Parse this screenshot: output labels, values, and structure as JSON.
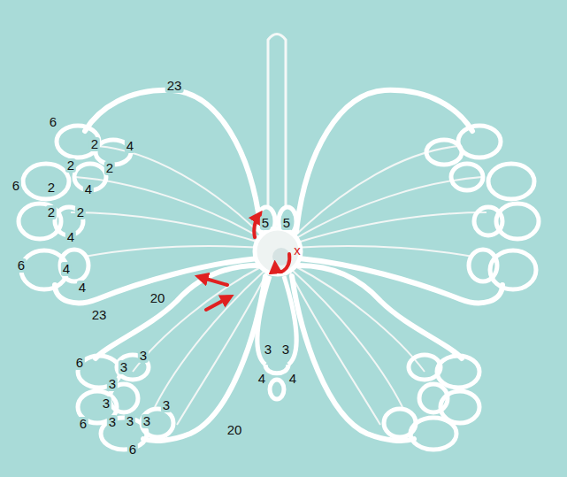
{
  "diagram": {
    "labels": [
      "23",
      "6",
      "2",
      "4",
      "2",
      "2",
      "6",
      "2",
      "4",
      "2",
      "2",
      "4",
      "5",
      "5",
      "x",
      "6",
      "4",
      "20",
      "4",
      "23",
      "6",
      "3",
      "3",
      "3",
      "3",
      "3",
      "3",
      "4",
      "4",
      "3",
      "6",
      "3",
      "3",
      "3",
      "20",
      "6"
    ]
  }
}
